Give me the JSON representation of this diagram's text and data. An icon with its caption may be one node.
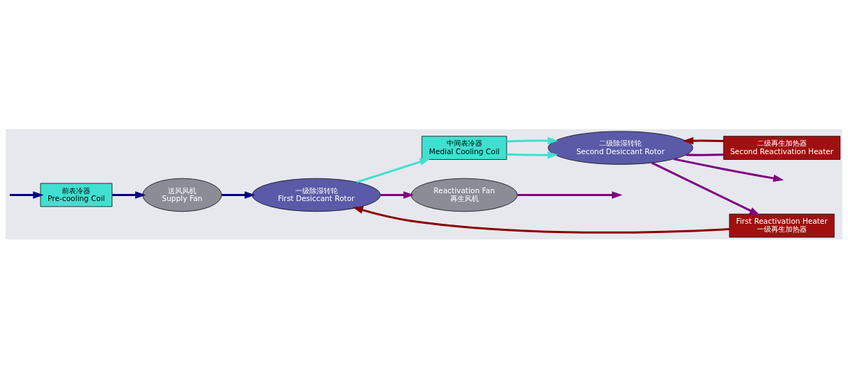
{
  "diagram": {
    "nodes": [
      {
        "text": [
          "前表冷器",
          "Pre-cooling Coil"
        ]
      },
      {
        "text": [
          "送风风机",
          "Supply Fan"
        ]
      },
      {
        "text": [
          "一级除湿转轮",
          "First Desiccant Rotor"
        ]
      },
      {
        "text": [
          "中间表冷器",
          "Medial Cooling Coil"
        ]
      },
      {
        "text": [
          "二级除湿转轮",
          "Second Desiccant Rotor"
        ]
      },
      {
        "text": [
          "Reactivation Fan",
          "再生风机"
        ]
      },
      {
        "text": [
          "First Reactivation Heater",
          "一级再生加热器"
        ]
      },
      {
        "text": [
          "二级再生加热器",
          "Second Reactivation Heater"
        ]
      }
    ],
    "edges": [
      {
        "from": null,
        "to": 0,
        "arrow": "to",
        "color": "#000080"
      },
      {
        "from": 0,
        "to": 1,
        "arrow": "to",
        "color": "#000080"
      },
      {
        "from": 1,
        "to": 2,
        "arrow": "to",
        "color": "#000080"
      },
      {
        "from": 2,
        "to": 3,
        "arrow": "to",
        "color": "#40e0d0"
      },
      {
        "from": 3,
        "to": 4,
        "arrow": "to",
        "color": "#40e0d0"
      },
      {
        "from": 3,
        "to": 4,
        "arrow": "to",
        "color": "#40e0d0"
      },
      {
        "from": 4,
        "to": null,
        "arrow": "to"
      },
      {
        "from": 4,
        "to": 7,
        "arrow": "none"
      },
      {
        "from": 7,
        "to": 4,
        "arrow": "to",
        "color": "#8b0000"
      },
      {
        "from": 4,
        "to": 6,
        "arrow": "to"
      },
      {
        "from": 6,
        "to": 2,
        "arrow": "to",
        "color": "#8b0000"
      },
      {
        "from": 2,
        "to": 5,
        "arrow": "to"
      },
      {
        "from": 5,
        "to": null,
        "arrow": "to"
      }
    ]
  }
}
